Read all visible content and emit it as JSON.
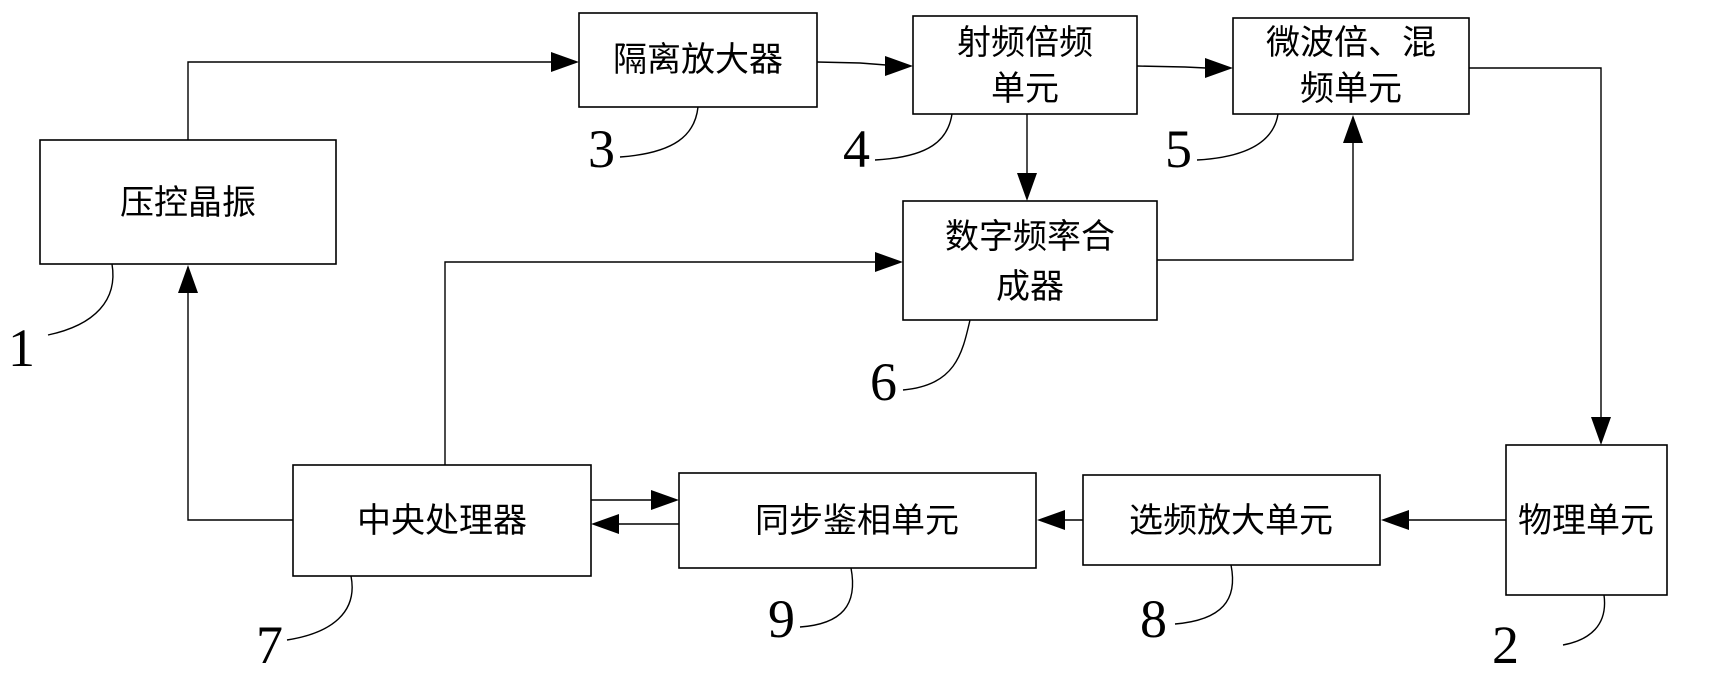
{
  "blocks": {
    "vcxo": {
      "label": "压控晶振",
      "number": "1"
    },
    "physics": {
      "label": "物理单元",
      "number": "2"
    },
    "isolation_amp": {
      "label": "隔离放大器",
      "number": "3"
    },
    "rf_multiplier": {
      "label_line1": "射频倍频",
      "label_line2": "单元",
      "number": "4"
    },
    "microwave_mixer": {
      "label_line1": "微波倍、混",
      "label_line2": "频单元",
      "number": "5"
    },
    "dds": {
      "label_line1": "数字频率合",
      "label_line2": "成器",
      "number": "6"
    },
    "cpu": {
      "label": "中央处理器",
      "number": "7"
    },
    "freq_select_amp": {
      "label": "选频放大单元",
      "number": "8"
    },
    "sync_phase_detector": {
      "label": "同步鉴相单元",
      "number": "9"
    }
  }
}
